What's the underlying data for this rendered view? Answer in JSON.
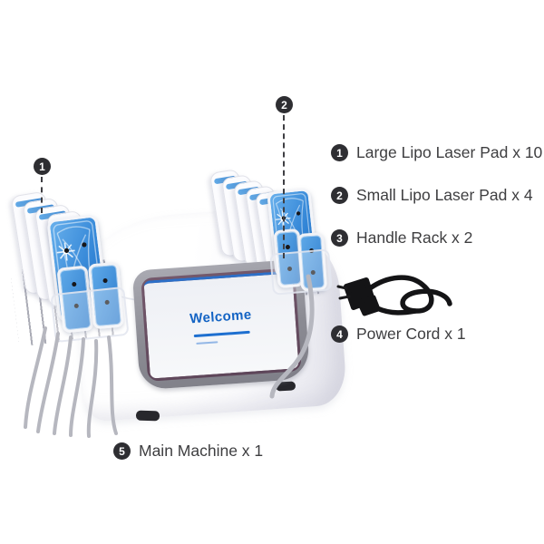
{
  "machine": {
    "screen_text": "Welcome"
  },
  "callouts": [
    {
      "num": "1"
    },
    {
      "num": "2"
    }
  ],
  "legend": {
    "items": [
      {
        "num": "1",
        "label": "Large Lipo Laser Pad x 10"
      },
      {
        "num": "2",
        "label": "Small Lipo Laser Pad x 4"
      },
      {
        "num": "3",
        "label": "Handle Rack x 2"
      },
      {
        "num": "4",
        "label": "Power Cord x 1"
      },
      {
        "num": "5",
        "label": "Main Machine x 1"
      }
    ]
  },
  "colors": {
    "badge": "#2e2e32",
    "legend_text": "#3e3e40",
    "welcome_blue": "#1464c4",
    "pad_blue": "#3184d6",
    "bezel_gray": "#8b8b93",
    "screen_rim_purple": "#5d4559",
    "cable_gray": "#b6b7bf",
    "cord_black": "#141416"
  }
}
